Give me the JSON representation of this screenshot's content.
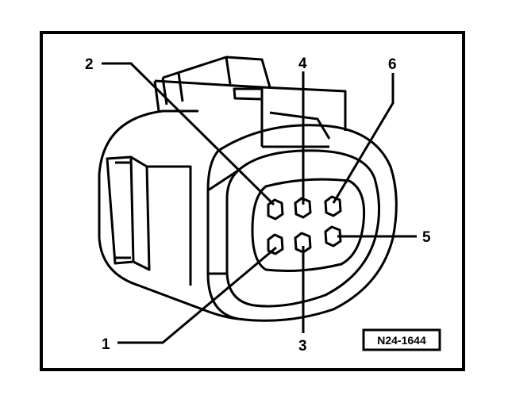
{
  "figure": {
    "reference_code": "N24-1644",
    "pin_labels": {
      "pin1": "1",
      "pin2": "2",
      "pin3": "3",
      "pin4": "4",
      "pin5": "5",
      "pin6": "6"
    }
  },
  "colors": {
    "ink": "#000000",
    "paper": "#ffffff"
  }
}
